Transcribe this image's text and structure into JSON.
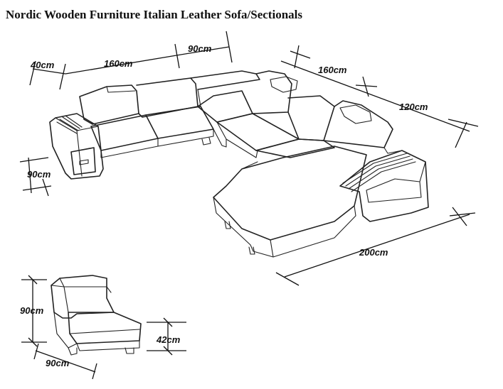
{
  "title": "Nordic Wooden Furniture Italian Leather Sofa/Sectionals",
  "sectional": {
    "dim_armrest_width": "40cm",
    "dim_left_section": "160cm",
    "dim_corner": "90cm",
    "dim_depth": "90cm",
    "dim_right_section": "160cm",
    "dim_right_end": "120cm",
    "dim_chaise_length": "200cm"
  },
  "single_seat": {
    "dim_height": "90cm",
    "dim_seat_height": "42cm",
    "dim_width": "90cm"
  }
}
